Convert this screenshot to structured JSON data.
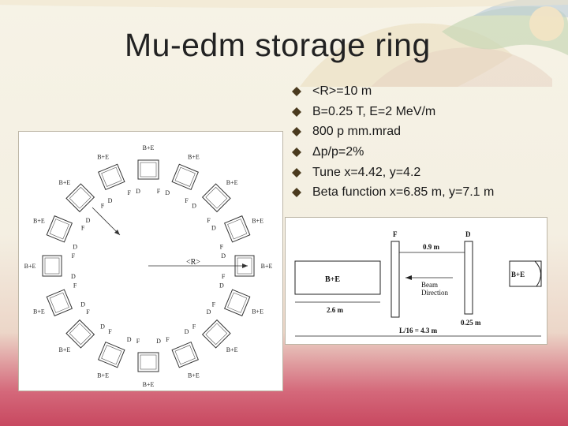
{
  "slide": {
    "title": "Mu-edm storage ring",
    "bullets": [
      "<R>=10 m",
      "B=0.25 T, E=2 MeV/m",
      "800 p mm.mrad",
      "Δp/p=2%",
      "Tune x=4.42, y=4.2",
      "Beta function x=6.85 m, y=7.1 m"
    ]
  },
  "ring_diagram": {
    "radius_label": "<R>",
    "labels": {
      "be": "B+E",
      "d": "D",
      "f": "F"
    }
  },
  "linear_diagram": {
    "f_label": "F",
    "d_label": "D",
    "left_box": "B+E",
    "right_box": "B+E",
    "gap_label": "0.9 m",
    "beam_line1": "Beam",
    "beam_line2": "Direction",
    "box_length": "2.6 m",
    "d_width": "0.25 m",
    "cell_length": "L/16 = 4.3 m"
  },
  "colors": {
    "marker": "#4a3a1e",
    "bottom_band": "#c84860"
  }
}
